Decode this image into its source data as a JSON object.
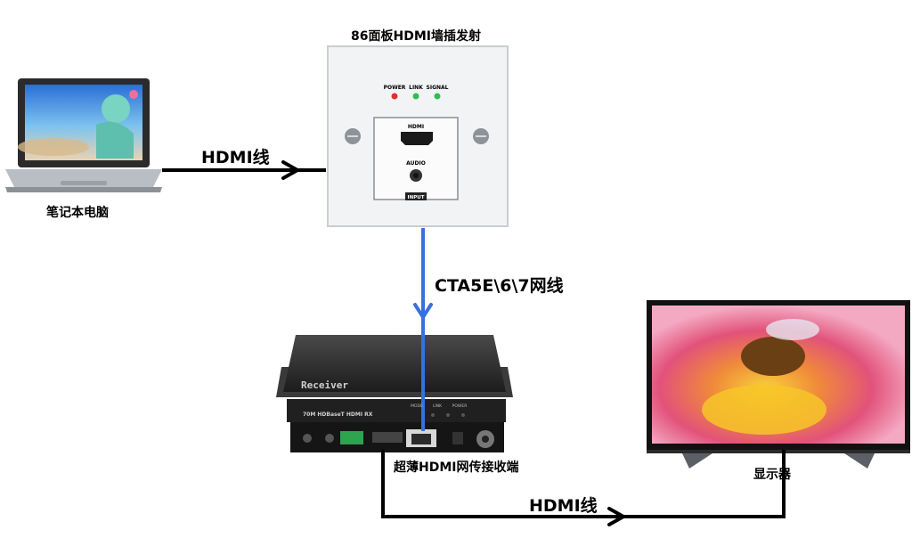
{
  "labels": {
    "wallplate_title": "86面板HDMI墙插发射",
    "laptop": "笔记本电脑",
    "cable_top": "HDMI线",
    "network_cable": "CTA5E\\6\\7网线",
    "receiver_name": "超薄HDMI网传接收端",
    "monitor": "显示器",
    "cable_bottom": "HDMI线"
  },
  "wallplate": {
    "led_power": "POWER",
    "led_link": "LINK",
    "led_signal": "SIGNAL",
    "port_hdmi": "HDMI",
    "port_audio": "AUDIO",
    "port_input": "INPUT"
  },
  "receiver": {
    "brand": "Receiver",
    "model": "70M HDBaseT HDMI RX",
    "led_mode": "MODE",
    "led_link": "LINK",
    "led_power": "POWER"
  },
  "colors": {
    "cable_hdmi": "#000000",
    "cable_network": "#3a6fe0",
    "led_red": "#e03030",
    "led_green": "#2fbf4f"
  }
}
